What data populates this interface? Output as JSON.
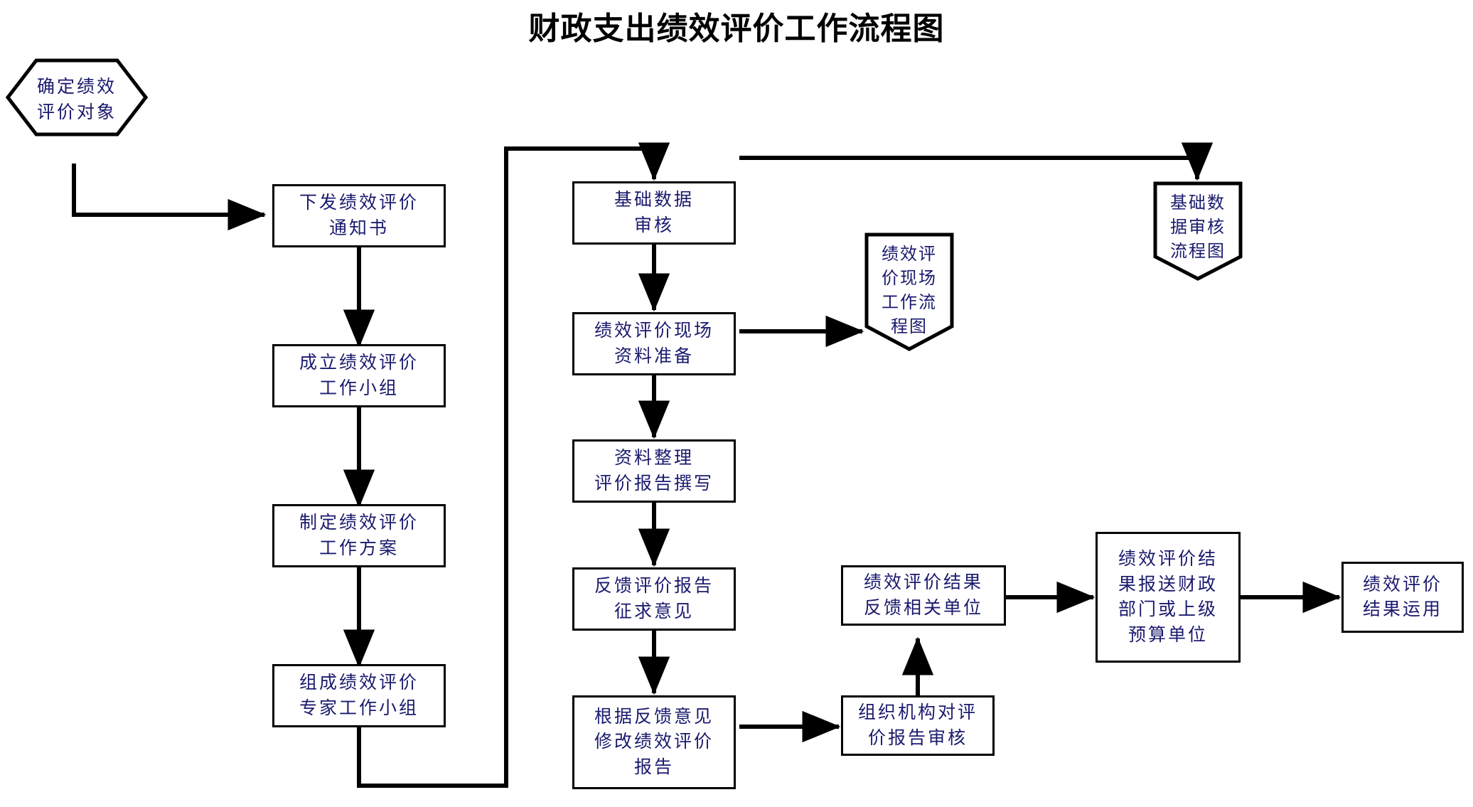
{
  "title": "财政支出绩效评价工作流程图",
  "colors": {
    "node_text": "#1a1a6e",
    "stroke": "#000000",
    "background": "#ffffff",
    "title_text": "#000000"
  },
  "nodes": {
    "start_hexagon": {
      "label": "确定绩效\n评价对象",
      "shape": "hexagon"
    },
    "notice": {
      "label": "下发绩效评价\n通知书",
      "shape": "rect"
    },
    "team": {
      "label": "成立绩效评价\n工作小组",
      "shape": "rect"
    },
    "plan": {
      "label": "制定绩效评价\n工作方案",
      "shape": "rect"
    },
    "experts": {
      "label": "组成绩效评价\n专家工作小组",
      "shape": "rect"
    },
    "data_audit": {
      "label": "基础数据\n审核",
      "shape": "rect"
    },
    "site_prep": {
      "label": "绩效评价现场\n资料准备",
      "shape": "rect"
    },
    "report_write": {
      "label": "资料整理\n评价报告撰写",
      "shape": "rect"
    },
    "feedback_solicit": {
      "label": "反馈评价报告\n征求意见",
      "shape": "rect"
    },
    "revise_report": {
      "label": "根据反馈意见\n修改绩效评价\n报告",
      "shape": "rect"
    },
    "org_review": {
      "label": "组织机构对评\n价报告审核",
      "shape": "rect"
    },
    "result_feedback": {
      "label": "绩效评价结果\n反馈相关单位",
      "shape": "rect"
    },
    "submit_finance": {
      "label": "绩效评价结\n果报送财政\n部门或上级\n预算单位",
      "shape": "rect"
    },
    "result_use": {
      "label": "绩效评价\n结果运用",
      "shape": "rect"
    },
    "site_flow_doc": {
      "label": "绩效评\n价现场\n工作流\n程图",
      "shape": "pentagon-banner"
    },
    "data_audit_flow_doc": {
      "label": "基础数\n据审核\n流程图",
      "shape": "pentagon-banner"
    }
  },
  "edges": [
    {
      "from": "start_hexagon",
      "to": "notice",
      "style": "elbow-arrow"
    },
    {
      "from": "notice",
      "to": "team",
      "style": "straight-arrow"
    },
    {
      "from": "team",
      "to": "plan",
      "style": "straight-arrow"
    },
    {
      "from": "plan",
      "to": "experts",
      "style": "straight-arrow"
    },
    {
      "from": "experts",
      "to": "data_audit",
      "style": "elbow-arrow"
    },
    {
      "from": "data_audit",
      "to": "site_prep",
      "style": "straight-arrow"
    },
    {
      "from": "data_audit",
      "to": "data_audit_flow_doc",
      "style": "elbow-arrow"
    },
    {
      "from": "site_prep",
      "to": "report_write",
      "style": "straight-arrow"
    },
    {
      "from": "site_prep",
      "to": "site_flow_doc",
      "style": "straight-arrow"
    },
    {
      "from": "report_write",
      "to": "feedback_solicit",
      "style": "straight-arrow"
    },
    {
      "from": "feedback_solicit",
      "to": "revise_report",
      "style": "straight-arrow"
    },
    {
      "from": "revise_report",
      "to": "org_review",
      "style": "straight-arrow"
    },
    {
      "from": "org_review",
      "to": "result_feedback",
      "style": "straight-arrow"
    },
    {
      "from": "result_feedback",
      "to": "submit_finance",
      "style": "straight-arrow"
    },
    {
      "from": "submit_finance",
      "to": "result_use",
      "style": "straight-arrow"
    }
  ]
}
